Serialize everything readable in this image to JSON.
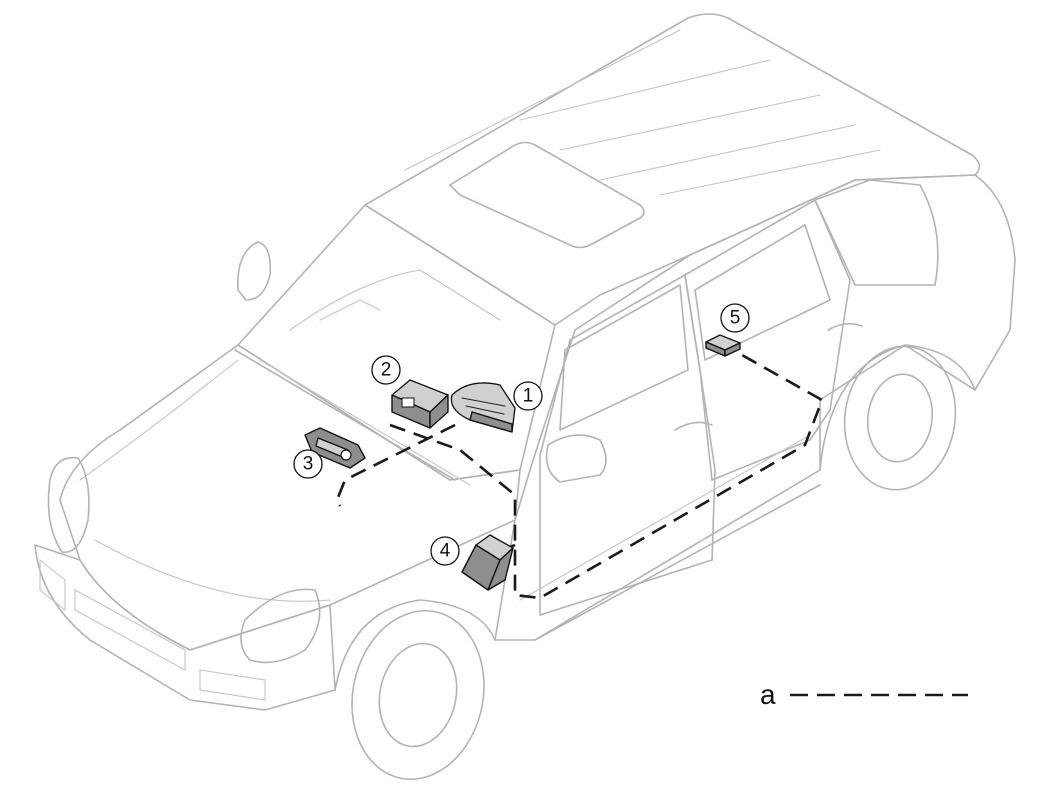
{
  "callouts": [
    {
      "id": "1",
      "label": "1"
    },
    {
      "id": "2",
      "label": "2"
    },
    {
      "id": "3",
      "label": "3"
    },
    {
      "id": "4",
      "label": "4"
    },
    {
      "id": "5",
      "label": "5"
    }
  ],
  "legend": {
    "letter": "a"
  },
  "colors": {
    "outline": "#b3b3b3",
    "bus": "#1a1a1a",
    "component": "#8e8e8e"
  }
}
